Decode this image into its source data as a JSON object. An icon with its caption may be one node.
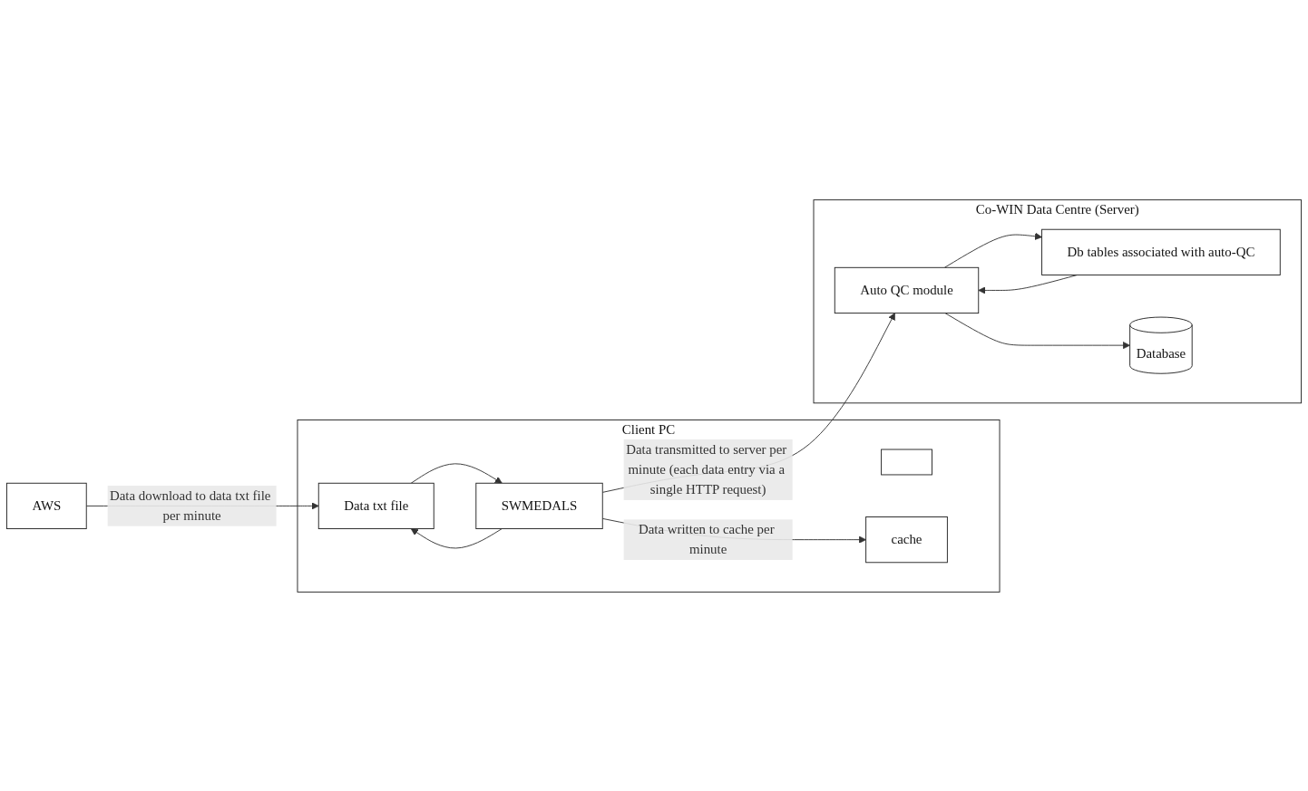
{
  "diagram": {
    "nodes": [
      {
        "text": [
          "AWS"
        ]
      },
      {
        "text": [
          "Client PC"
        ]
      },
      {
        "text": [],
        "shape": "box",
        "in": 1
      },
      {
        "text": [
          "Data txt file"
        ],
        "in": 1
      },
      {
        "text": [
          "SWMEDALS"
        ],
        "in": 1
      },
      {
        "text": [
          "cache"
        ],
        "in": 1
      },
      {
        "text": [
          "Co-WIN Data Centre (Server)"
        ]
      },
      {
        "text": [
          "Db tables associated with auto-QC"
        ],
        "in": 6
      },
      {
        "text": [
          "Database"
        ],
        "in": 6
      },
      {
        "text": [
          "Auto QC module"
        ],
        "in": 6
      }
    ],
    "edges": [
      {
        "from": 0,
        "to": 3,
        "arrow": "to",
        "label": "Data download to data txt file per minute"
      },
      {
        "from": 3,
        "to": 4,
        "arrow": "to"
      },
      {
        "from": 4,
        "to": 3,
        "arrow": "to"
      },
      {
        "from": 4,
        "to": 5,
        "arrow": "to",
        "label": "Data written to cache per minute"
      },
      {
        "from": 4,
        "to": 9,
        "arrow": "to",
        "label": "Data transmitted to server per minute (each data entry via a single HTTP request)"
      },
      {
        "from": 9,
        "to": 7,
        "arrow": "to"
      },
      {
        "from": 7,
        "to": 9,
        "arrow": "to"
      },
      {
        "from": 9,
        "to": 8,
        "arrow": "to"
      }
    ]
  }
}
